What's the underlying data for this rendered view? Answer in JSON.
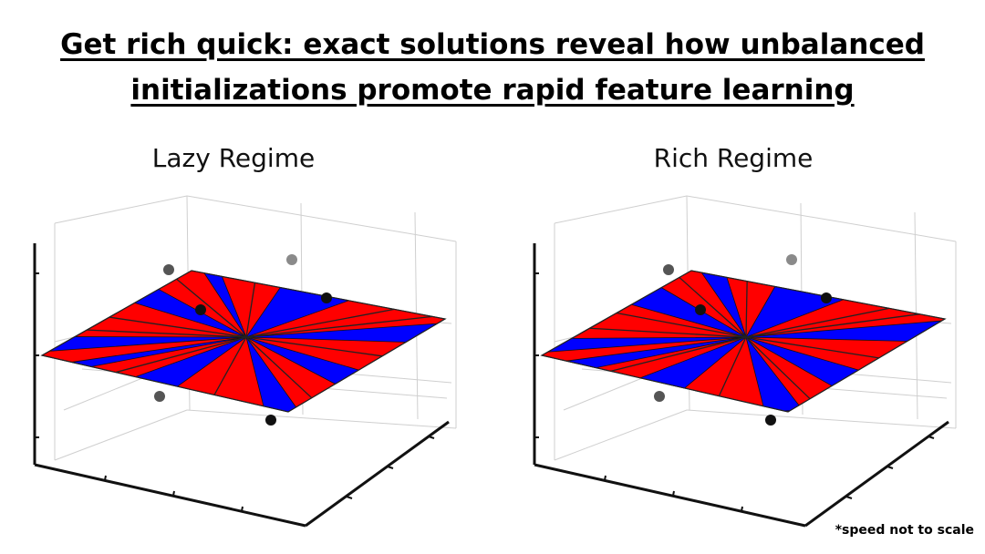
{
  "title_line1": "Get rich quick: exact solutions reveal how unbalanced",
  "title_line2": "initializations promote rapid feature learning",
  "panels": [
    {
      "title": "Lazy Regime"
    },
    {
      "title": "Rich Regime"
    }
  ],
  "footnote": "*speed not to scale",
  "colors": {
    "red_region": "#ff0000",
    "blue_region": "#0000ff",
    "grid": "#cfcfcf",
    "point_dark": "#111111",
    "point_gray": "#555555",
    "point_light": "#8a8a8a"
  }
}
